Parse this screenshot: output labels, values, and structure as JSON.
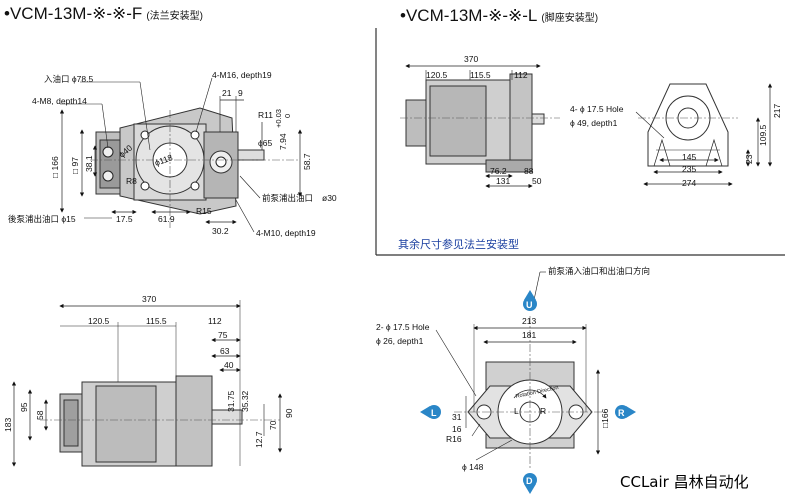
{
  "titles": {
    "flange": {
      "main": "•VCM-13M-※-※-F",
      "sub": "(法兰安装型)"
    },
    "foot": {
      "main": "•VCM-13M-※-※-L",
      "sub": "(脚座安装型)"
    }
  },
  "note": "其余尺寸参见法兰安装型",
  "brand": "CCLair 昌林自动化",
  "direction_label": "前泵涌入油口和出油口方向",
  "arrows": {
    "up": "U",
    "down": "D",
    "left": "L",
    "right": "R"
  },
  "flange_view": {
    "inlet": "入油口 ϕ78.5",
    "m8": "4-M8, depth14",
    "m16": "4-M16, depth19",
    "m10": "4-M10, depth19",
    "rear_outlet": "後泵浦出油口 ϕ15",
    "front_outlet": "前泵浦出油口",
    "phi30": "ø30",
    "d166": "□ 166",
    "d97": "□ 97",
    "d38": "38.1",
    "phi40": "ϕ40",
    "phi118": "ϕ118",
    "phi65": "ϕ65",
    "r8": "R8",
    "r11": "R11",
    "r15": "R15",
    "d21": "21",
    "d9": "9",
    "d794": "7.94",
    "tol794": "+0.03",
    "tol794b": "0",
    "d587": "58.7",
    "d175": "17.5",
    "d619": "61.9",
    "d302": "30.2"
  },
  "foot_view": {
    "d370": "370",
    "d1205": "120.5",
    "d1155": "115.5",
    "d112": "112",
    "d762": "76.2",
    "d88": "88",
    "d131": "131",
    "d50": "50",
    "hole": "4- ϕ 17.5 Hole",
    "phi49": "ϕ 49, depth1",
    "d145": "145",
    "d235": "235",
    "d274": "274",
    "d217": "217",
    "d1095": "109.5",
    "d23": "23"
  },
  "side_view": {
    "d370": "370",
    "d1205": "120.5",
    "d1155": "115.5",
    "d112": "112",
    "d75": "75",
    "d63": "63",
    "d40": "40",
    "d183": "183",
    "d95": "95",
    "d58": "58",
    "d3175": "31.75",
    "d3532": "35.32",
    "d127": "12.7",
    "d90": "90",
    "d70": "70"
  },
  "end_view": {
    "d213": "213",
    "d181": "181",
    "hole": "2- ϕ 17.5 Hole",
    "phi26": "ϕ 26, depth1",
    "d31": "31",
    "d16": "16",
    "r16": "R16",
    "phi148": "ϕ 148",
    "d166": "□166",
    "rotation": "Rotation Direction",
    "L": "L",
    "R": "R"
  }
}
